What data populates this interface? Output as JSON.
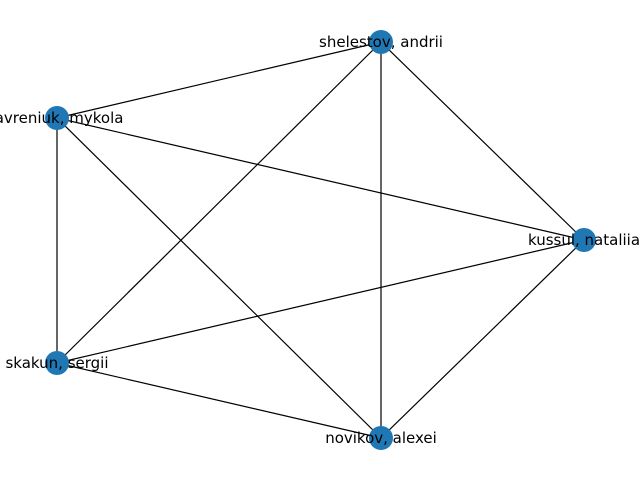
{
  "graph": {
    "node_color": "#1f77b4",
    "edge_color": "#000000",
    "nodes": [
      {
        "id": "shelestov",
        "label": "shelestov, andrii"
      },
      {
        "id": "lavreniuk",
        "label": "lavreniuk, mykola"
      },
      {
        "id": "kussul",
        "label": "kussul, nataliia"
      },
      {
        "id": "skakun",
        "label": "skakun, sergii"
      },
      {
        "id": "novikov",
        "label": "novikov, alexei"
      }
    ],
    "edges": [
      [
        "shelestov",
        "lavreniuk"
      ],
      [
        "shelestov",
        "kussul"
      ],
      [
        "shelestov",
        "skakun"
      ],
      [
        "shelestov",
        "novikov"
      ],
      [
        "lavreniuk",
        "kussul"
      ],
      [
        "lavreniuk",
        "skakun"
      ],
      [
        "lavreniuk",
        "novikov"
      ],
      [
        "kussul",
        "skakun"
      ],
      [
        "kussul",
        "novikov"
      ],
      [
        "skakun",
        "novikov"
      ]
    ]
  }
}
